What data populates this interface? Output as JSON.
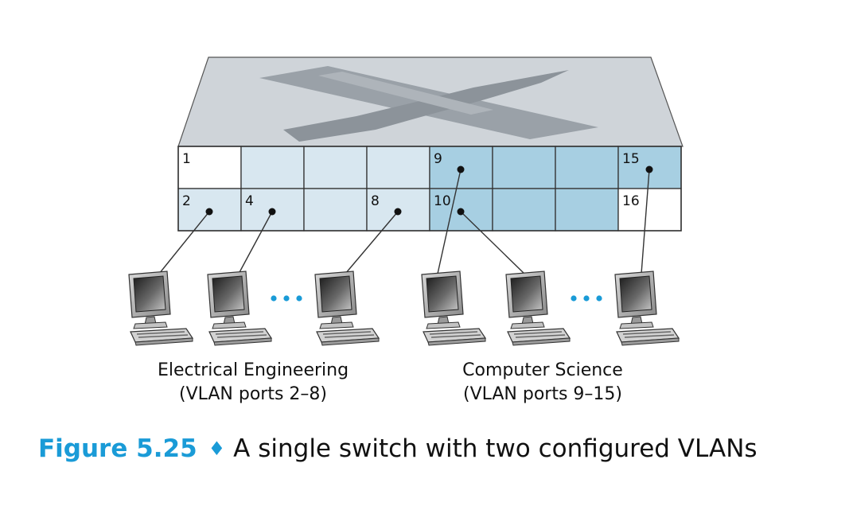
{
  "ports": [
    {
      "label": "1",
      "group": "none"
    },
    {
      "label": "",
      "group": "ee"
    },
    {
      "label": "",
      "group": "ee"
    },
    {
      "label": "",
      "group": "ee"
    },
    {
      "label": "9",
      "group": "cs"
    },
    {
      "label": "",
      "group": "cs"
    },
    {
      "label": "",
      "group": "cs"
    },
    {
      "label": "15",
      "group": "cs"
    },
    {
      "label": "2",
      "group": "ee"
    },
    {
      "label": "4",
      "group": "ee"
    },
    {
      "label": "",
      "group": "ee"
    },
    {
      "label": "8",
      "group": "ee"
    },
    {
      "label": "10",
      "group": "cs"
    },
    {
      "label": "",
      "group": "cs"
    },
    {
      "label": "",
      "group": "cs"
    },
    {
      "label": "16",
      "group": "none"
    }
  ],
  "groups": {
    "ee": {
      "line1": "Electrical Engineering",
      "line2": "(VLAN ports 2–8)"
    },
    "cs": {
      "line1": "Computer Science",
      "line2": "(VLAN ports 9–15)"
    }
  },
  "colors": {
    "ee_port": "#d8e7f0",
    "cs_port": "#a7cfe2",
    "empty_port": "#ffffff",
    "switch_top": "#cfd4d9",
    "accent": "#1a9bd7"
  },
  "caption": {
    "figure": "Figure 5.25",
    "text": "A single switch with two configured VLANs"
  }
}
